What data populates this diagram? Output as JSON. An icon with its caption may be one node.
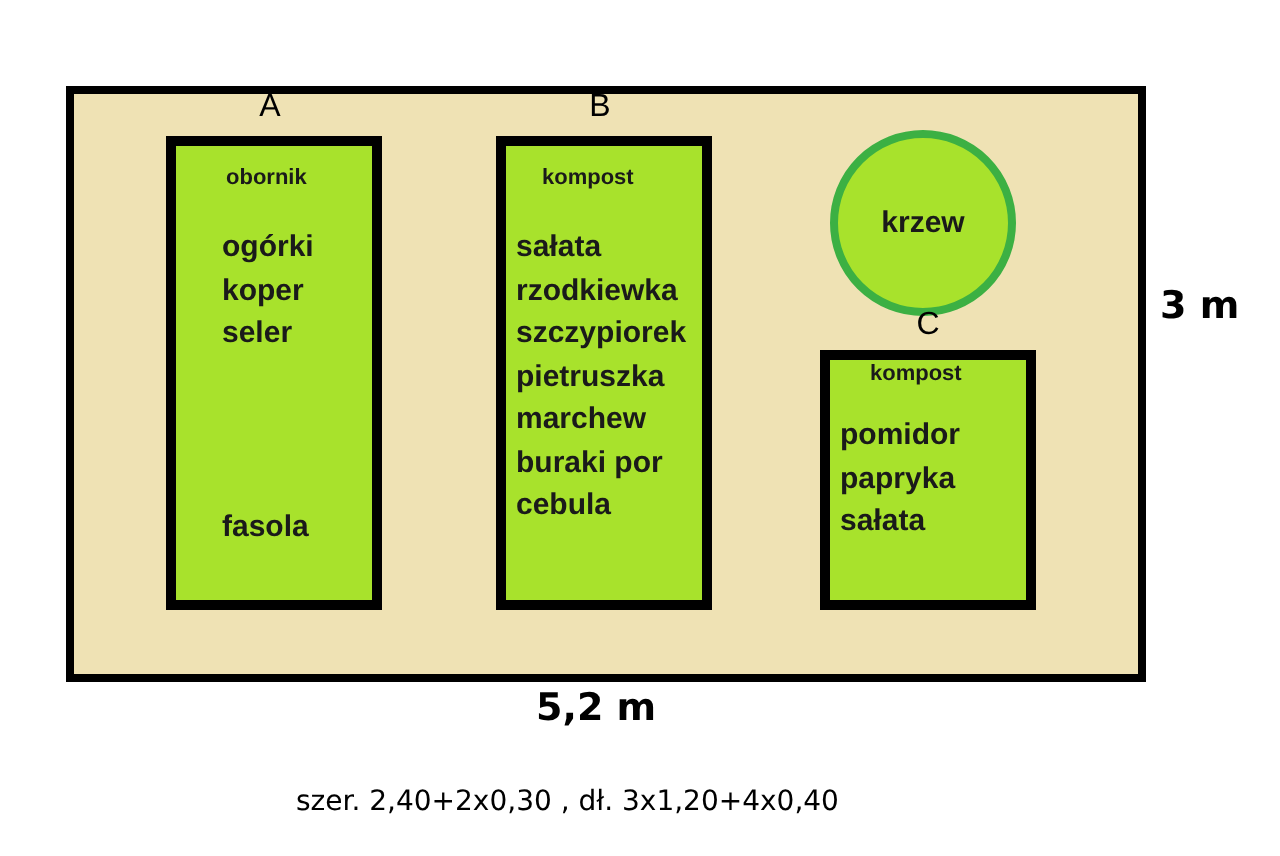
{
  "diagram": {
    "nodes": [
      {
        "text": [],
        "shape": "box"
      },
      {
        "text": [
          "A",
          "obornik",
          "ogórki koper seler",
          "fasola"
        ],
        "in": 0
      },
      {
        "text": [
          "B",
          "kompost",
          "sałata rzodkiewka szczypiorek pietruszka marchew buraki por cebula"
        ],
        "in": 0
      },
      {
        "text": [
          "krzew"
        ],
        "in": 0
      },
      {
        "text": [
          "C",
          "kompost",
          "pomidor papryka sałata"
        ],
        "in": 0
      }
    ],
    "edges": [],
    "labels": [
      "3 m",
      "5,2 m",
      "szer. 2,40+2x0,30 , dł. 3x1,20+4x0,40"
    ]
  }
}
